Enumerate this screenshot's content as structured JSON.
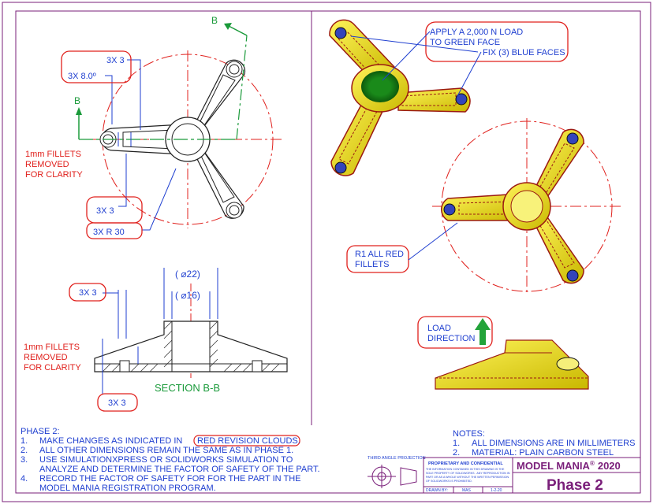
{
  "drawing": {
    "section_letter": "B",
    "callouts_left": {
      "thickness": "3X 3",
      "angle": "3X 8.0º",
      "width": "3X 3",
      "radius": "3X R 30"
    },
    "fillets_note_top": [
      "1mm FILLETS",
      "REMOVED",
      "FOR CLARITY"
    ],
    "fillets_note_bottom": [
      "1mm FILLETS",
      "REMOVED",
      "FOR CLARITY"
    ],
    "section": {
      "dim_outer": "( ⌀22)",
      "dim_inner": "( ⌀16)",
      "dim_left": "3X 3",
      "dim_bottom": "3X 3",
      "title": "SECTION B-B"
    },
    "iso_callouts": {
      "load": [
        "APPLY A 2,000 N LOAD",
        "TO GREEN FACE"
      ],
      "fix": "FIX (3) BLUE FACES",
      "fillets": [
        "R1 ALL RED",
        "FILLETS"
      ],
      "direction": [
        "LOAD",
        "DIRECTION"
      ]
    }
  },
  "phase": {
    "title": "PHASE 2:",
    "items": [
      {
        "num": "1.",
        "lines": [
          "MAKE CHANGES AS INDICATED IN ",
          "RED REVISION CLOUDS."
        ]
      },
      {
        "num": "2.",
        "lines": [
          "ALL OTHER DIMENSIONS REMAIN THE SAME AS IN PHASE 1."
        ]
      },
      {
        "num": "3.",
        "lines": [
          "USE SIMULATIONXPRESS OR SOLIDWORKS SIMULATION TO",
          "ANALYZE AND DETERMINE THE FACTOR OF SAFETY OF THE PART."
        ]
      },
      {
        "num": "4.",
        "lines": [
          "RECORD THE FACTOR OF SAFETY FOR FOR THE PART IN THE",
          "MODEL MANIA REGISTRATION PROGRAM."
        ]
      }
    ]
  },
  "notes": {
    "title": "NOTES:",
    "items": [
      {
        "num": "1.",
        "text": "ALL DIMENSIONS ARE IN MILLIMETERS"
      },
      {
        "num": "2.",
        "text": "MATERIAL: PLAIN CARBON STEEL"
      }
    ]
  },
  "title_block": {
    "projection": "THIRD ANGLE PROJECTION",
    "proprietary": "PROPRIETARY AND CONFIDENTIAL",
    "legal": [
      "THE INFORMATION CONTAINED IN THIS DRAWING IS THE",
      "SOLE PROPERTY OF SOLIDWORKS . ANY REPRODUCTION IN",
      "PART OR AS A WHOLE WITHOUT THE WRITTEN PERMISSION",
      "OF SOLIDWORKS IS PROHIBITED."
    ],
    "drawn_by_label": "DRAWN BY:",
    "drawn_by": "MAS",
    "date": "1-2-20",
    "brand": "MODEL MANIA",
    "reg": "®",
    "year": "2020",
    "phase_label": "Phase 2"
  },
  "colors": {
    "blue": "#1f3fd0",
    "red": "#e0201c",
    "green": "#1a9a3a",
    "yellow": "#f2e800",
    "dark_red": "#9b1a12",
    "purple": "#7a1f7a"
  }
}
